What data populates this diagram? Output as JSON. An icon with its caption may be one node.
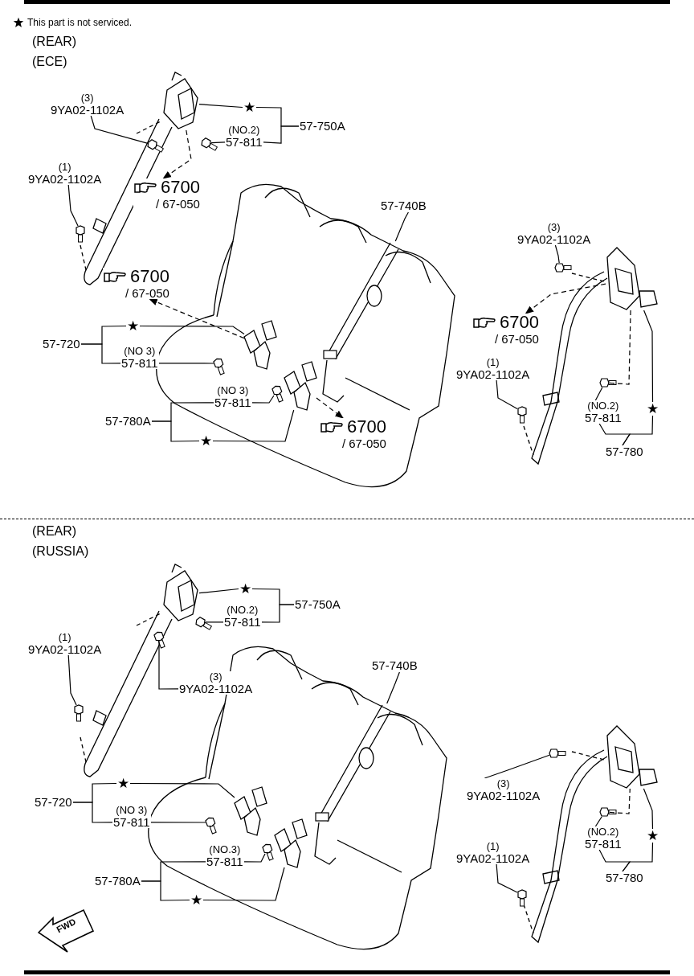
{
  "diagram": {
    "nodes": [
      {
        "text": [
          "(3)",
          "9YA02-1102A"
        ]
      },
      {
        "text": [
          "(1)",
          "9YA02-1102A"
        ]
      },
      {
        "text": [
          "★"
        ]
      },
      {
        "text": [
          "(NO.2)",
          "57-811"
        ]
      },
      {
        "text": [
          "57-750A"
        ]
      },
      {
        "text": [
          "6700",
          "/ 67-050"
        ]
      },
      {
        "text": [
          "57-740B"
        ]
      },
      {
        "text": [
          "(3)",
          "9YA02-1102A"
        ]
      },
      {
        "text": [
          "6700",
          "/ 67-050"
        ]
      },
      {
        "text": [
          "(1)",
          "9YA02-1102A"
        ]
      },
      {
        "text": [
          "(NO.2)",
          "57-811"
        ]
      },
      {
        "text": [
          "★"
        ]
      },
      {
        "text": [
          "57-780"
        ]
      },
      {
        "text": [
          "6700",
          "/ 67-050"
        ]
      },
      {
        "text": [
          "57-720"
        ]
      },
      {
        "text": [
          "★"
        ]
      },
      {
        "text": [
          "(NO 3)",
          "57-811"
        ]
      },
      {
        "text": [
          "(NO 3)",
          "57-811"
        ]
      },
      {
        "text": [
          "★"
        ]
      },
      {
        "text": [
          "57-780A"
        ]
      },
      {
        "text": [
          "6700",
          "/ 67-050"
        ]
      },
      {
        "text": [
          "(1)",
          "9YA02-1102A"
        ]
      },
      {
        "text": [
          "★"
        ]
      },
      {
        "text": [
          "(NO.2)",
          "57-811"
        ]
      },
      {
        "text": [
          "57-750A"
        ]
      },
      {
        "text": [
          "(3)",
          "9YA02-1102A"
        ]
      },
      {
        "text": [
          "57-740B"
        ]
      },
      {
        "text": [
          "57-720"
        ]
      },
      {
        "text": [
          "★"
        ]
      },
      {
        "text": [
          "(NO 3)",
          "57-811"
        ]
      },
      {
        "text": [
          "(NO.3)",
          "57-811"
        ]
      },
      {
        "text": [
          "★"
        ]
      },
      {
        "text": [
          "57-780A"
        ]
      },
      {
        "text": [
          "(3)",
          "9YA02-1102A"
        ]
      },
      {
        "text": [
          "(1)",
          "9YA02-1102A"
        ]
      },
      {
        "text": [
          "(NO.2)",
          "57-811"
        ]
      },
      {
        "text": [
          "★"
        ]
      },
      {
        "text": [
          "57-780"
        ]
      },
      {
        "text": [],
        "shape": "bolt"
      },
      {
        "text": [],
        "shape": "bolt"
      },
      {
        "text": [],
        "shape": "picture"
      },
      {
        "text": [],
        "shape": "bolt"
      },
      {
        "text": [],
        "shape": "picture"
      },
      {
        "text": [],
        "shape": "bolt"
      },
      {
        "text": [],
        "shape": "picture"
      },
      {
        "text": [],
        "shape": "bolt"
      },
      {
        "text": [],
        "shape": "bolt"
      },
      {
        "text": [],
        "shape": "picture"
      },
      {
        "text": [],
        "shape": "bolt"
      },
      {
        "text": [],
        "shape": "picture"
      },
      {
        "text": [],
        "shape": "bolt"
      },
      {
        "text": [],
        "shape": "bolt"
      },
      {
        "text": [],
        "shape": "picture"
      },
      {
        "text": [],
        "shape": "bolt"
      },
      {
        "text": [],
        "shape": "bolt"
      },
      {
        "text": [],
        "shape": "picture"
      },
      {
        "text": [],
        "shape": "picture"
      },
      {
        "text": [],
        "shape": "bolt"
      },
      {
        "text": [],
        "shape": "picture"
      },
      {
        "text": [],
        "shape": "bolt"
      },
      {
        "text": [],
        "shape": "bolt"
      },
      {
        "text": [],
        "shape": "bolt"
      },
      {
        "text": [],
        "shape": "bolt"
      },
      {
        "text": [],
        "shape": "picture"
      }
    ],
    "edges": [
      {
        "from": 0,
        "to": 38,
        "arrow": "none"
      },
      {
        "from": 1,
        "to": 39,
        "arrow": "none"
      },
      {
        "from": 4,
        "to": 2,
        "arrow": "none"
      },
      {
        "from": 4,
        "to": 3,
        "arrow": "none"
      },
      {
        "from": 2,
        "to": 40,
        "arrow": "none"
      },
      {
        "from": 3,
        "to": 41,
        "arrow": "none"
      },
      {
        "from": 40,
        "to": 5,
        "arrow": "to",
        "style": "dashed"
      },
      {
        "from": 6,
        "to": 42,
        "arrow": "none"
      },
      {
        "from": 7,
        "to": 43,
        "arrow": "none"
      },
      {
        "from": 44,
        "to": 8,
        "arrow": "to",
        "style": "dashed"
      },
      {
        "from": 9,
        "to": 45,
        "arrow": "none"
      },
      {
        "from": 10,
        "to": 46,
        "arrow": "none"
      },
      {
        "from": 11,
        "to": 44,
        "arrow": "none"
      },
      {
        "from": 12,
        "to": 10,
        "arrow": "none"
      },
      {
        "from": 12,
        "to": 11,
        "arrow": "none"
      },
      {
        "from": 47,
        "to": 13,
        "arrow": "to",
        "style": "dashed"
      },
      {
        "from": 14,
        "to": 15,
        "arrow": "none"
      },
      {
        "from": 14,
        "to": 16,
        "arrow": "none"
      },
      {
        "from": 15,
        "to": 47,
        "arrow": "none"
      },
      {
        "from": 16,
        "to": 48,
        "arrow": "none"
      },
      {
        "from": 19,
        "to": 17,
        "arrow": "none"
      },
      {
        "from": 19,
        "to": 18,
        "arrow": "none"
      },
      {
        "from": 18,
        "to": 49,
        "arrow": "none"
      },
      {
        "from": 17,
        "to": 50,
        "arrow": "none"
      },
      {
        "from": 49,
        "to": 20,
        "arrow": "to",
        "style": "dashed"
      },
      {
        "from": 21,
        "to": 51,
        "arrow": "none"
      },
      {
        "from": 24,
        "to": 22,
        "arrow": "none"
      },
      {
        "from": 24,
        "to": 23,
        "arrow": "none"
      },
      {
        "from": 22,
        "to": 52,
        "arrow": "none"
      },
      {
        "from": 23,
        "to": 53,
        "arrow": "none"
      },
      {
        "from": 25,
        "to": 54,
        "arrow": "none"
      },
      {
        "from": 26,
        "to": 55,
        "arrow": "none"
      },
      {
        "from": 27,
        "to": 28,
        "arrow": "none"
      },
      {
        "from": 27,
        "to": 29,
        "arrow": "none"
      },
      {
        "from": 28,
        "to": 56,
        "arrow": "none"
      },
      {
        "from": 29,
        "to": 57,
        "arrow": "none"
      },
      {
        "from": 32,
        "to": 30,
        "arrow": "none"
      },
      {
        "from": 32,
        "to": 31,
        "arrow": "none"
      },
      {
        "from": 31,
        "to": 58,
        "arrow": "none"
      },
      {
        "from": 30,
        "to": 59,
        "arrow": "none"
      },
      {
        "from": 33,
        "to": 60,
        "arrow": "none"
      },
      {
        "from": 34,
        "to": 61,
        "arrow": "none"
      },
      {
        "from": 35,
        "to": 62,
        "arrow": "none"
      },
      {
        "from": 36,
        "to": 63,
        "arrow": "none"
      },
      {
        "from": 37,
        "to": 35,
        "arrow": "none"
      },
      {
        "from": 37,
        "to": 36,
        "arrow": "none"
      },
      {
        "from": 46,
        "to": 44,
        "arrow": "none",
        "style": "dashed"
      },
      {
        "from": 62,
        "to": 63,
        "arrow": "none",
        "style": "dashed"
      }
    ],
    "labels": [
      "(REAR)",
      "(ECE)",
      "(REAR)",
      "(RUSSIA)",
      "FWD"
    ],
    "legend": [
      {
        "text": "This part is not serviced."
      }
    ]
  }
}
